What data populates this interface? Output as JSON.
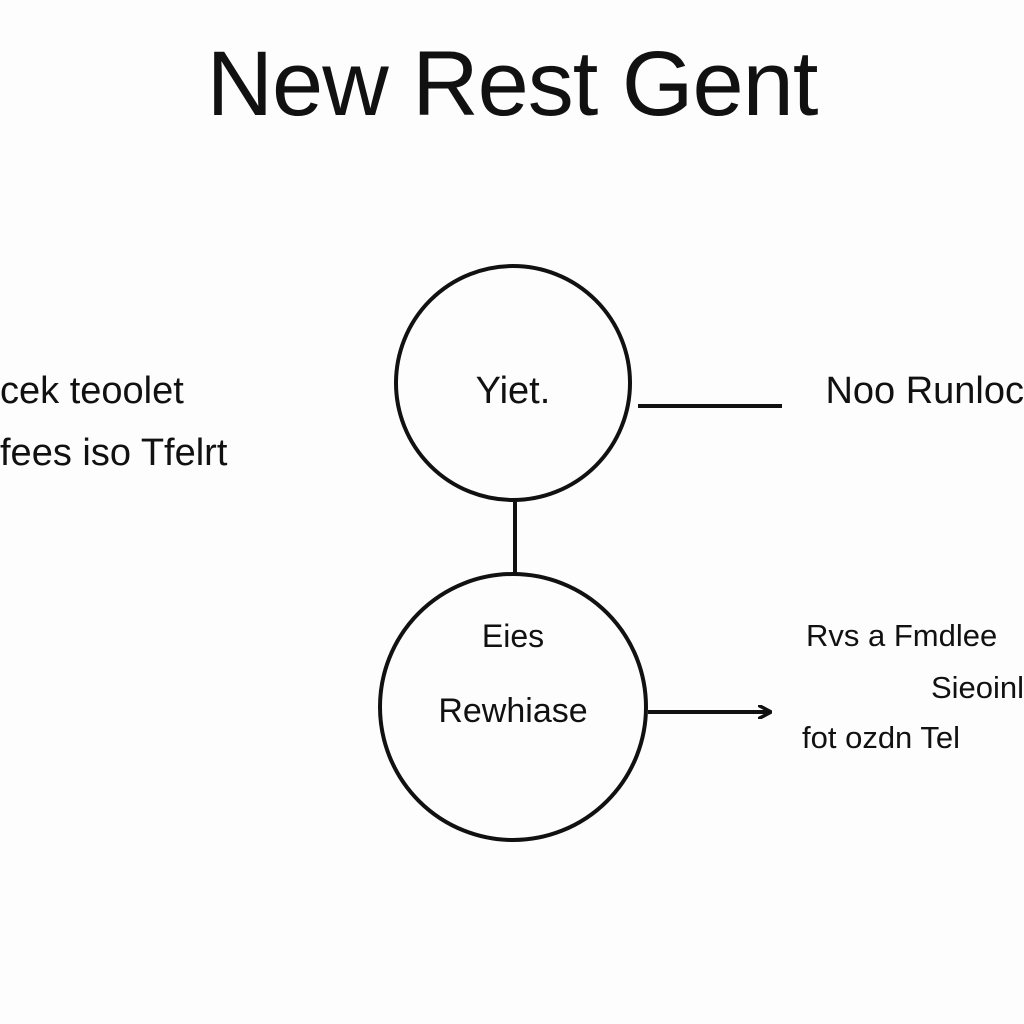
{
  "title": "New Rest Gent",
  "nodes": {
    "top": {
      "label": "Yiet."
    },
    "bottom": {
      "label_line1": "Eies",
      "label_line2": "Rewhiase"
    }
  },
  "left_labels": [
    "cek teoolet",
    "fees iso Tfelrt"
  ],
  "right_labels": {
    "top": "Noo Runloc",
    "bottom": [
      "Rvs a Fmdlee",
      "Sieoinl",
      "fot ozdn Tel"
    ]
  },
  "colors": {
    "stroke": "#111111",
    "background": "#fdfdfd"
  }
}
